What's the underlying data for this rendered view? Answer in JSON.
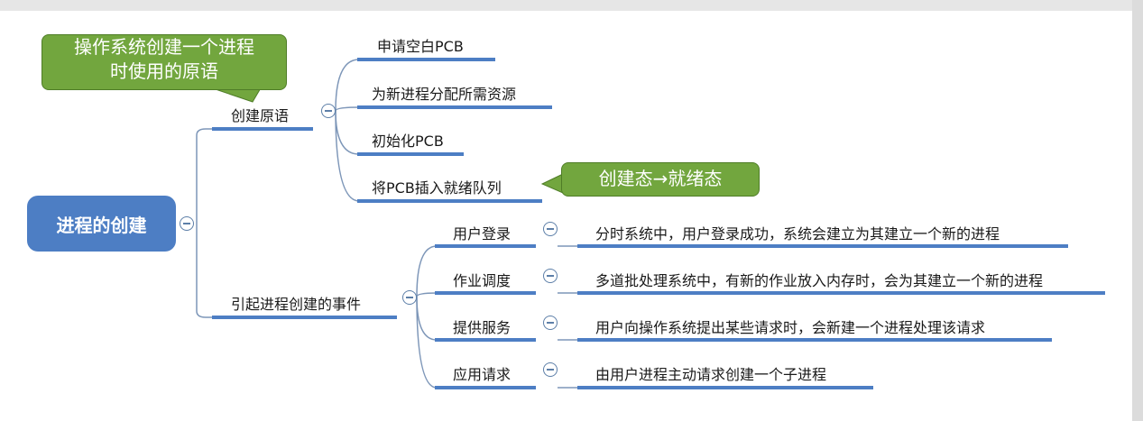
{
  "root": {
    "label": "进程的创建"
  },
  "branch1": {
    "label": "创建原语",
    "callout": {
      "line1": "操作系统创建一个进程",
      "line2": "时使用的原语"
    },
    "items": [
      {
        "label": "申请空白PCB"
      },
      {
        "label": "为新进程分配所需资源"
      },
      {
        "label": "初始化PCB"
      },
      {
        "label": "将PCB插入就绪队列",
        "callout": "创建态→就绪态"
      }
    ]
  },
  "branch2": {
    "label": "引起进程创建的事件",
    "items": [
      {
        "label": "用户登录",
        "detail": "分时系统中，用户登录成功，系统会建立为其建立一个新的进程"
      },
      {
        "label": "作业调度",
        "detail": "多道批处理系统中，有新的作业放入内存时，会为其建立一个新的进程"
      },
      {
        "label": "提供服务",
        "detail": "用户向操作系统提出某些请求时，会新建一个进程处理该请求"
      },
      {
        "label": "应用请求",
        "detail": "由用户进程主动请求创建一个子进程"
      }
    ]
  },
  "colors": {
    "node": "#4d7ec4",
    "callout": "#72a63e",
    "connector": "#7d96b8"
  }
}
